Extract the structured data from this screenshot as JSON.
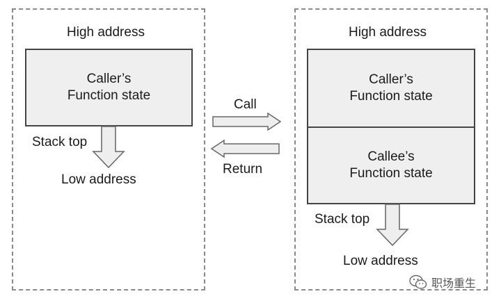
{
  "left_stack": {
    "high_label": "High address",
    "frames": [
      {
        "line1": "Caller’s",
        "line2": "Function state"
      }
    ],
    "stack_top_label": "Stack top",
    "low_label": "Low address"
  },
  "right_stack": {
    "high_label": "High address",
    "frames": [
      {
        "line1": "Caller’s",
        "line2": "Function state"
      },
      {
        "line1": "Callee’s",
        "line2": "Function state"
      }
    ],
    "stack_top_label": "Stack top",
    "low_label": "Low address"
  },
  "transitions": {
    "call_label": "Call",
    "return_label": "Return"
  },
  "watermark": {
    "text": "职场重生",
    "icon": "wechat-icon"
  },
  "colors": {
    "frame_fill": "#efefef",
    "frame_border": "#444444",
    "dashed_border": "#8a8a8a",
    "arrow_fill": "#eeeeee",
    "arrow_stroke": "#666666"
  }
}
